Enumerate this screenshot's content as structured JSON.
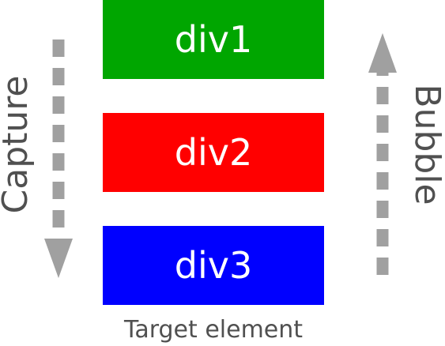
{
  "boxes": [
    {
      "label": "div1",
      "color": "#00a600"
    },
    {
      "label": "div2",
      "color": "#ff0000"
    },
    {
      "label": "div3",
      "color": "#0000ff"
    }
  ],
  "target_caption": "Target element",
  "capture": {
    "label": "Capture",
    "direction": "down"
  },
  "bubble": {
    "label": "Bubble",
    "direction": "up"
  },
  "colors": {
    "arrow": "#a0a0a0",
    "label_text": "#505050"
  }
}
